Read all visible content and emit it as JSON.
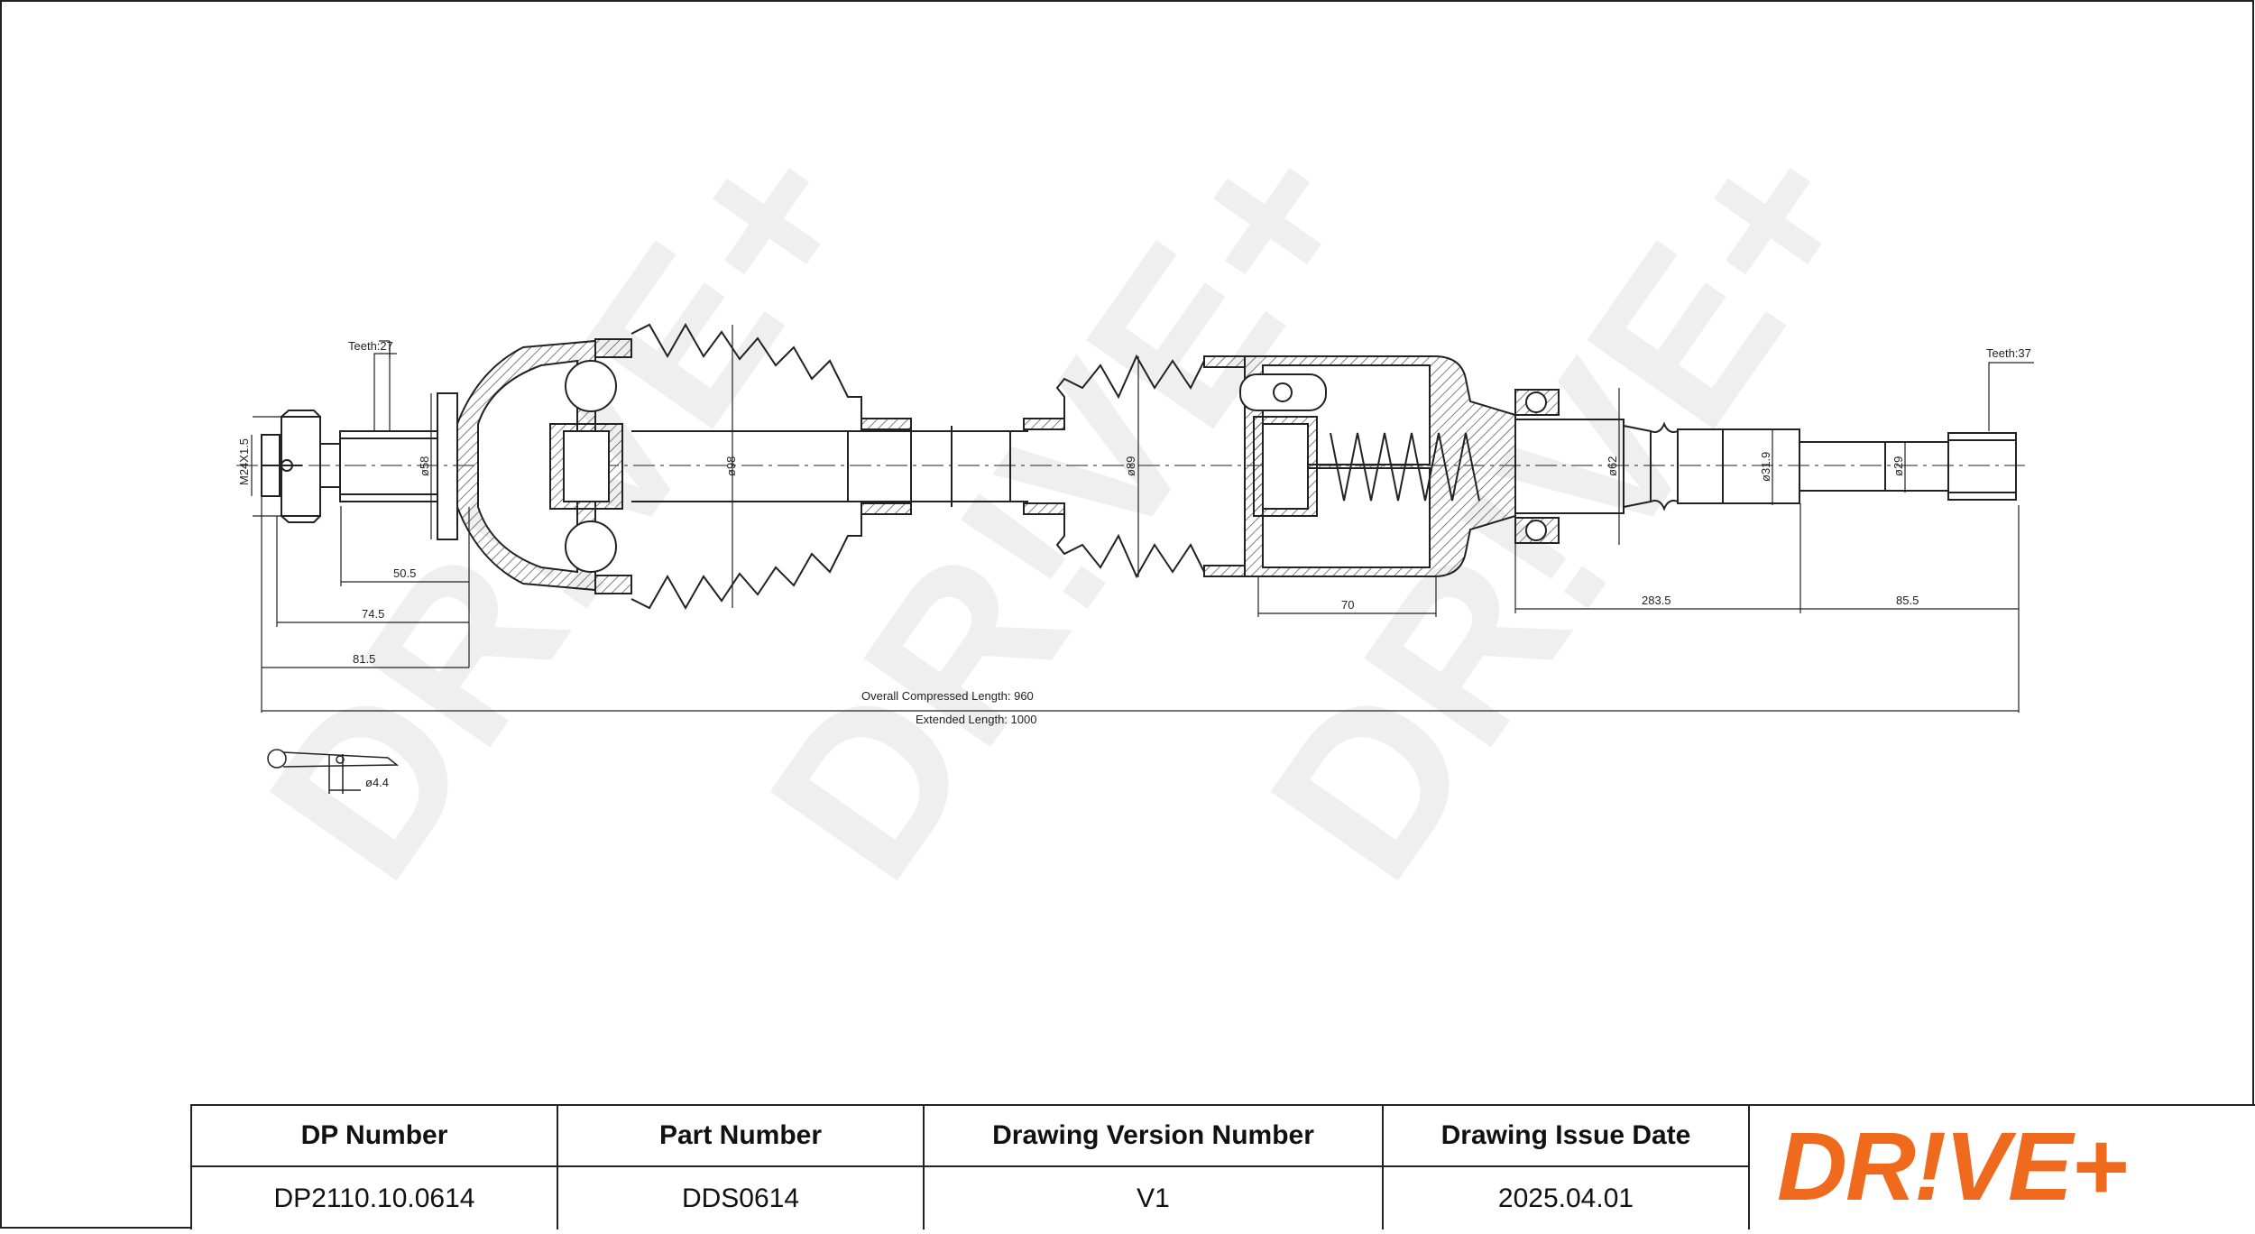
{
  "diagram": {
    "dimensions": {
      "teeth_left": "Teeth:27",
      "teeth_right": "Teeth:37",
      "thread": "M24X1.5",
      "dia_58": "ø58",
      "dia_98": "ø98",
      "dia_89": "ø89",
      "dia_62": "ø62",
      "dia_31_9": "ø31.9",
      "dia_29": "ø29",
      "len_50_5": "50.5",
      "len_74_5": "74.5",
      "len_81_5": "81.5",
      "len_70": "70",
      "len_283_5": "283.5",
      "len_85_5": "85.5",
      "overall_compressed": "Overall  Compressed  Length: 960",
      "extended": "Extended  Length: 1000",
      "pin_dia": "ø4.4"
    },
    "watermark": "DR!VE+"
  },
  "title_block": {
    "dp_number_label": "DP Number",
    "dp_number_value": "DP2110.10.0614",
    "part_number_label": "Part Number",
    "part_number_value": "DDS0614",
    "drawing_version_label": "Drawing Version Number",
    "drawing_version_value": "V1",
    "drawing_issue_label": "Drawing Issue Date",
    "drawing_issue_value": "2025.04.01",
    "logo_text": "DR!VE+"
  },
  "colors": {
    "logo": "#f06a1d",
    "line": "#222222",
    "watermark": "#eeeeee"
  }
}
